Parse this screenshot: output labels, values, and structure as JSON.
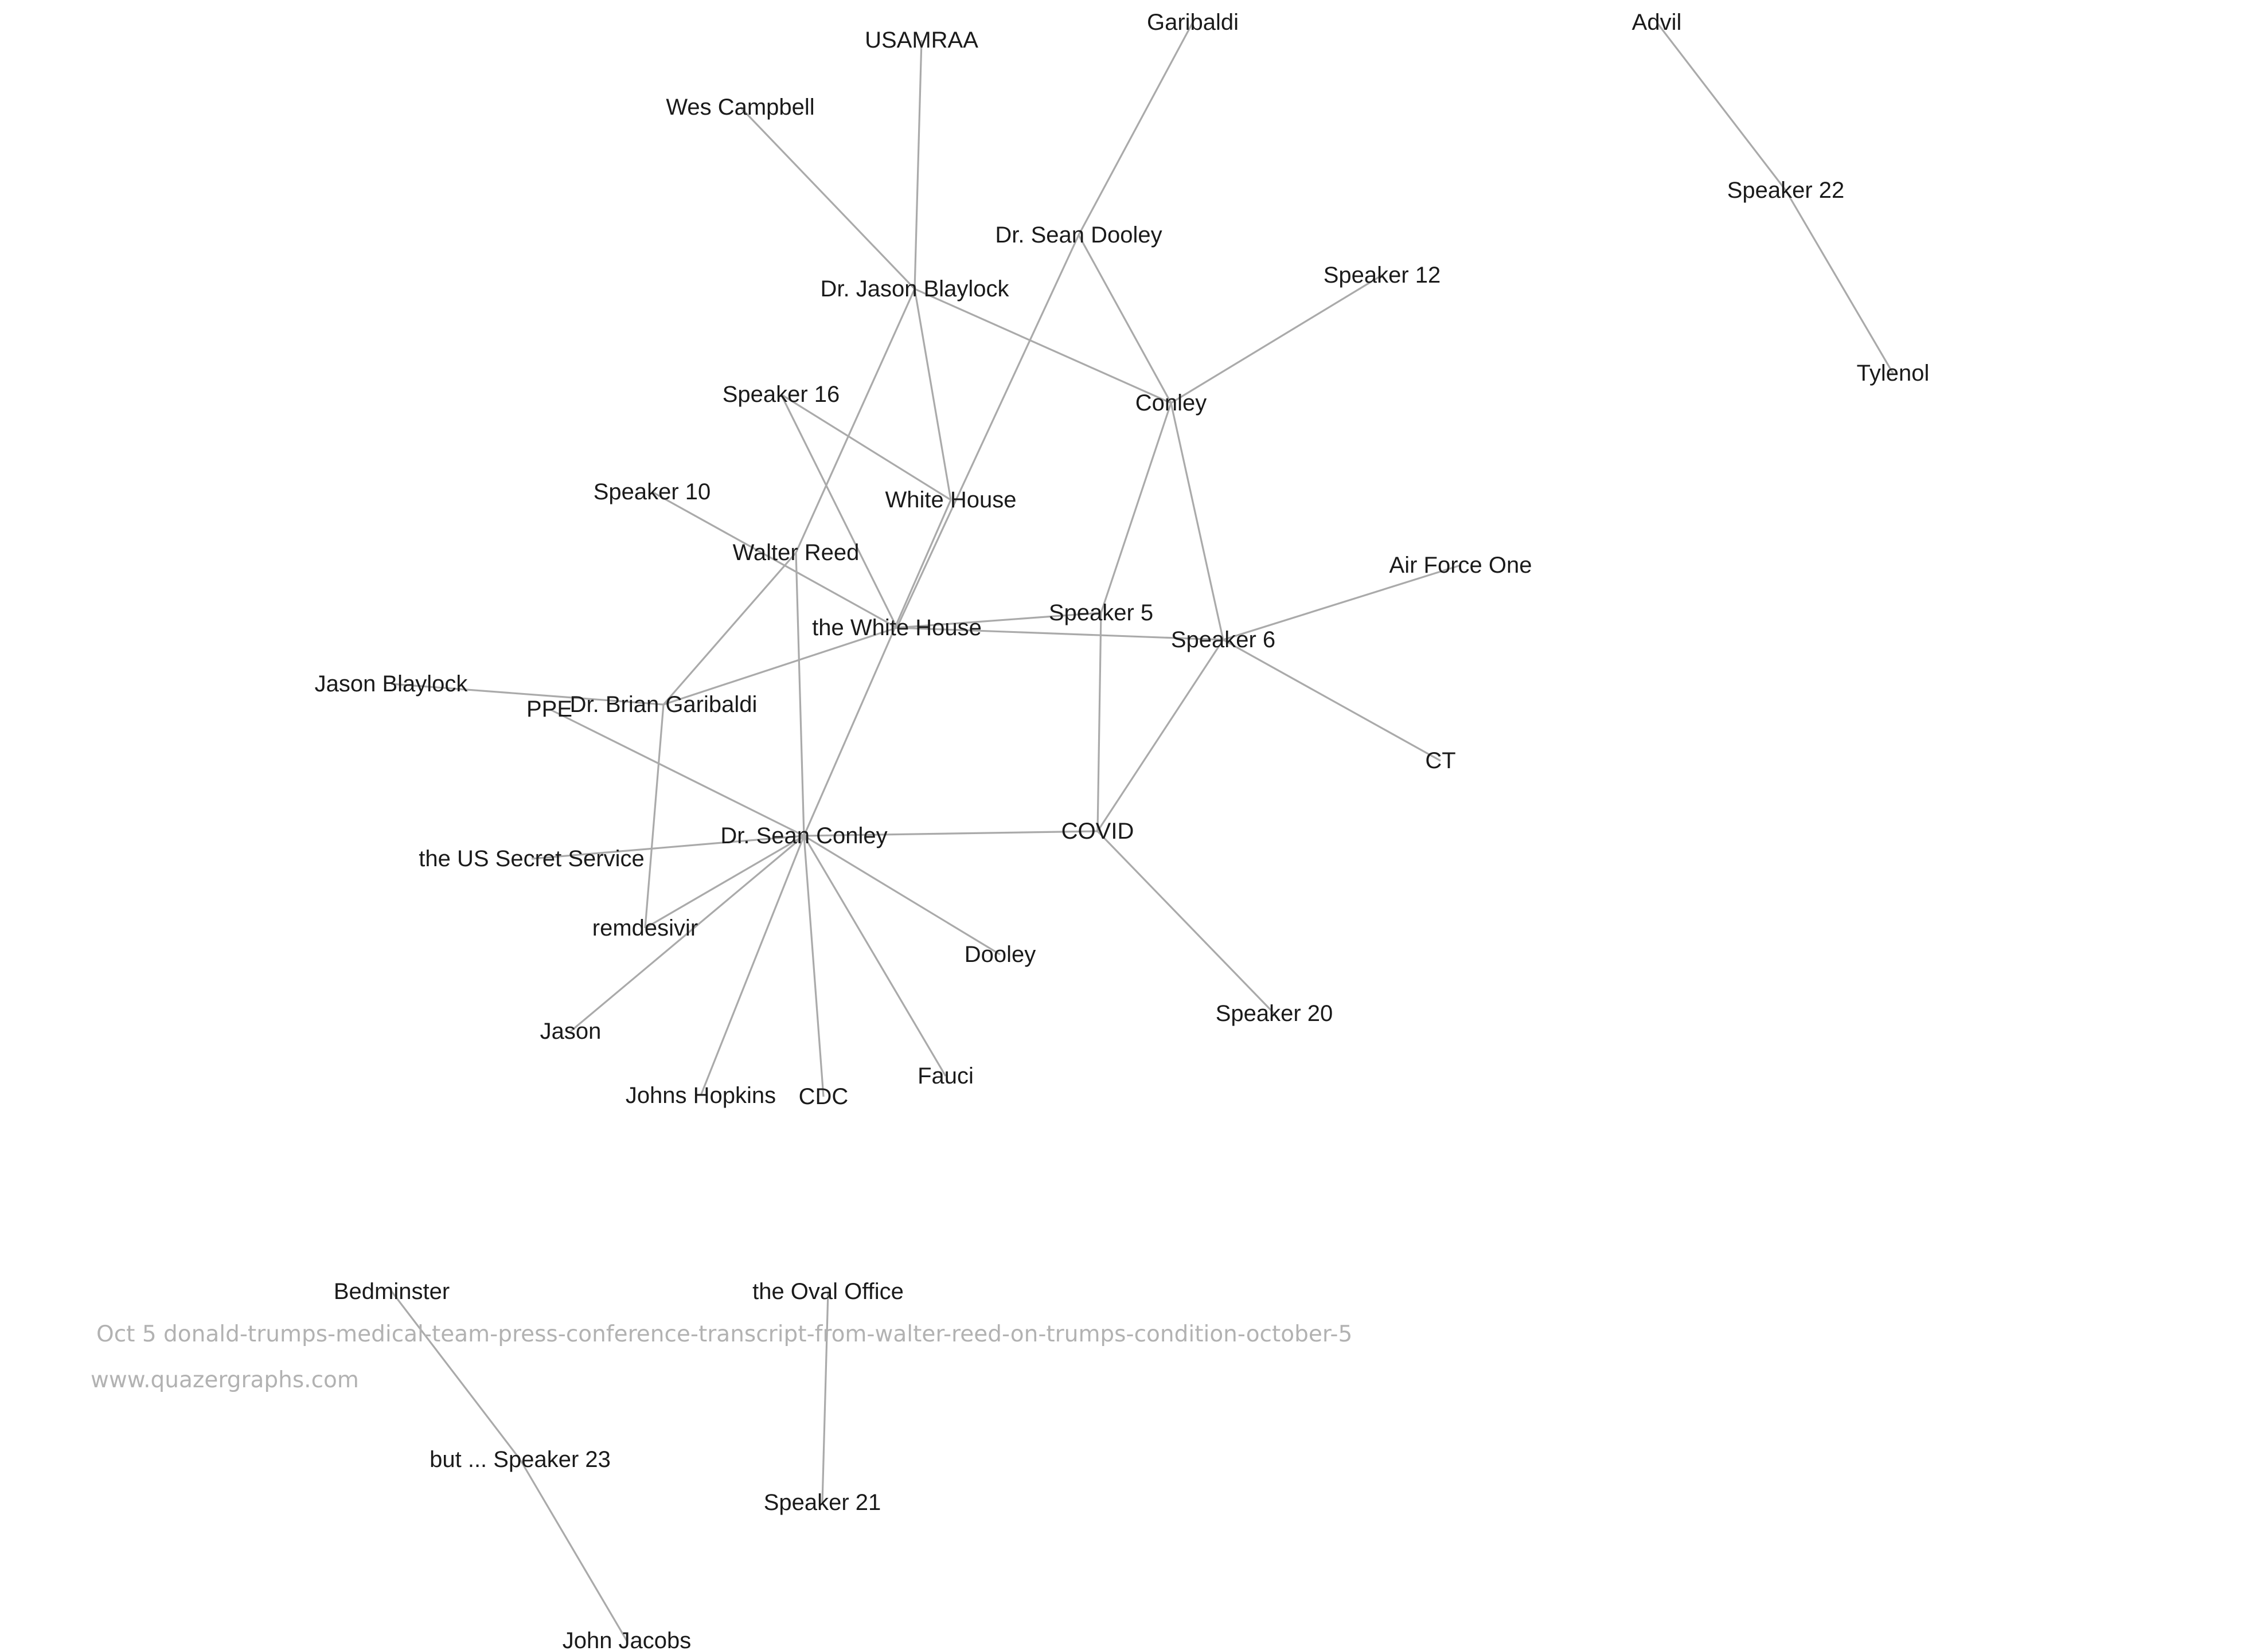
{
  "graph": {
    "nodes": [
      {
        "id": "usamraa",
        "label": "USAMRAA"
      },
      {
        "id": "garibaldi",
        "label": "Garibaldi"
      },
      {
        "id": "advil",
        "label": "Advil"
      },
      {
        "id": "wes-campbell",
        "label": "Wes Campbell"
      },
      {
        "id": "speaker-22",
        "label": "Speaker 22"
      },
      {
        "id": "dr-sean-dooley",
        "label": "Dr. Sean Dooley"
      },
      {
        "id": "speaker-12",
        "label": "Speaker 12"
      },
      {
        "id": "dr-jason-blaylock",
        "label": "Dr. Jason Blaylock"
      },
      {
        "id": "tylenol",
        "label": "Tylenol"
      },
      {
        "id": "speaker-16",
        "label": "Speaker 16"
      },
      {
        "id": "conley",
        "label": "Conley"
      },
      {
        "id": "speaker-10",
        "label": "Speaker 10"
      },
      {
        "id": "white-house",
        "label": "White House"
      },
      {
        "id": "walter-reed",
        "label": "Walter Reed"
      },
      {
        "id": "air-force-one",
        "label": "Air Force One"
      },
      {
        "id": "speaker-5",
        "label": "Speaker 5"
      },
      {
        "id": "the-white-house",
        "label": "the White House"
      },
      {
        "id": "speaker-6",
        "label": "Speaker 6"
      },
      {
        "id": "jason-blaylock",
        "label": "Jason Blaylock"
      },
      {
        "id": "ppe",
        "label": "PPE"
      },
      {
        "id": "dr-brian-garibaldi",
        "label": "Dr. Brian Garibaldi"
      },
      {
        "id": "ct",
        "label": "CT"
      },
      {
        "id": "covid",
        "label": "COVID"
      },
      {
        "id": "dr-sean-conley",
        "label": "Dr. Sean Conley"
      },
      {
        "id": "us-secret-service",
        "label": "the US Secret Service"
      },
      {
        "id": "remdesivir",
        "label": "remdesivir"
      },
      {
        "id": "dooley",
        "label": "Dooley"
      },
      {
        "id": "speaker-20",
        "label": "Speaker 20"
      },
      {
        "id": "jason",
        "label": "Jason"
      },
      {
        "id": "fauci",
        "label": "Fauci"
      },
      {
        "id": "johns-hopkins",
        "label": "Johns Hopkins"
      },
      {
        "id": "cdc",
        "label": "CDC"
      },
      {
        "id": "bedminster",
        "label": "Bedminster"
      },
      {
        "id": "oval-office",
        "label": "the Oval Office"
      },
      {
        "id": "speaker-23",
        "label": "but ... Speaker 23"
      },
      {
        "id": "speaker-21",
        "label": "Speaker 21"
      },
      {
        "id": "john-jacobs",
        "label": "John Jacobs"
      }
    ],
    "edges": [
      [
        "usamraa",
        "dr-jason-blaylock"
      ],
      [
        "wes-campbell",
        "dr-jason-blaylock"
      ],
      [
        "dr-jason-blaylock",
        "conley"
      ],
      [
        "dr-jason-blaylock",
        "white-house"
      ],
      [
        "dr-jason-blaylock",
        "walter-reed"
      ],
      [
        "garibaldi",
        "dr-sean-dooley"
      ],
      [
        "dr-sean-dooley",
        "conley"
      ],
      [
        "dr-sean-dooley",
        "the-white-house"
      ],
      [
        "speaker-12",
        "conley"
      ],
      [
        "conley",
        "speaker-5"
      ],
      [
        "conley",
        "speaker-6"
      ],
      [
        "advil",
        "speaker-22"
      ],
      [
        "speaker-22",
        "tylenol"
      ],
      [
        "speaker-16",
        "white-house"
      ],
      [
        "speaker-16",
        "the-white-house"
      ],
      [
        "white-house",
        "dr-sean-conley"
      ],
      [
        "speaker-10",
        "the-white-house"
      ],
      [
        "walter-reed",
        "dr-brian-garibaldi"
      ],
      [
        "walter-reed",
        "dr-sean-conley"
      ],
      [
        "the-white-house",
        "dr-brian-garibaldi"
      ],
      [
        "the-white-house",
        "speaker-5"
      ],
      [
        "the-white-house",
        "speaker-6"
      ],
      [
        "speaker-5",
        "covid"
      ],
      [
        "speaker-6",
        "air-force-one"
      ],
      [
        "speaker-6",
        "ct"
      ],
      [
        "speaker-6",
        "covid"
      ],
      [
        "jason-blaylock",
        "dr-brian-garibaldi"
      ],
      [
        "dr-brian-garibaldi",
        "remdesivir"
      ],
      [
        "ppe",
        "dr-sean-conley"
      ],
      [
        "dr-sean-conley",
        "covid"
      ],
      [
        "dr-sean-conley",
        "us-secret-service"
      ],
      [
        "dr-sean-conley",
        "remdesivir"
      ],
      [
        "dr-sean-conley",
        "jason"
      ],
      [
        "dr-sean-conley",
        "johns-hopkins"
      ],
      [
        "dr-sean-conley",
        "cdc"
      ],
      [
        "dr-sean-conley",
        "fauci"
      ],
      [
        "dr-sean-conley",
        "dooley"
      ],
      [
        "covid",
        "speaker-20"
      ],
      [
        "bedminster",
        "speaker-23"
      ],
      [
        "speaker-23",
        "john-jacobs"
      ],
      [
        "oval-office",
        "speaker-21"
      ]
    ]
  },
  "caption": {
    "title": "Oct 5 donald-trumps-medical-team-press-conference-transcript-from-walter-reed-on-trumps-condition-october-5",
    "site": "www.quazergraphs.com"
  }
}
